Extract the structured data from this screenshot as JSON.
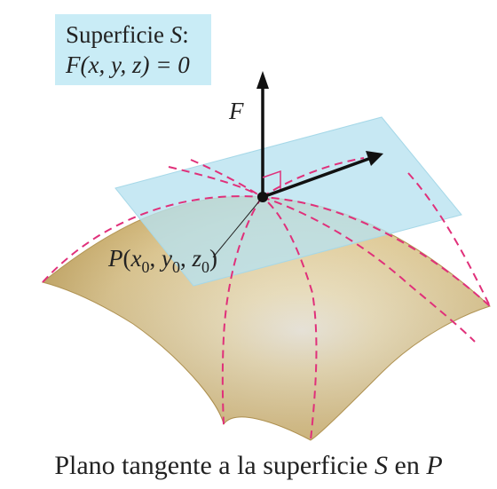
{
  "surface_label": {
    "line1_text": "Superficie ",
    "line1_var": "S",
    "line1_colon": ":",
    "line2_F": "F",
    "line2_args": "(x, y, z) = 0"
  },
  "vector_label": "F",
  "point_label": {
    "P": "P",
    "open": "(",
    "x": "x",
    "sub_x": "0",
    "y": "y",
    "sub_y": "0",
    "z": "z",
    "sub_z": "0",
    "close": ")"
  },
  "caption": {
    "text_before": "Plano tangente a la superficie ",
    "S": "S",
    "text_mid": " en ",
    "P": "P"
  },
  "colors": {
    "surface_light": "#fdf6e0",
    "surface_dark": "#d8bd7c",
    "plane": "#bfe6f1",
    "curves": "#e0307a",
    "vectors": "#111111"
  }
}
